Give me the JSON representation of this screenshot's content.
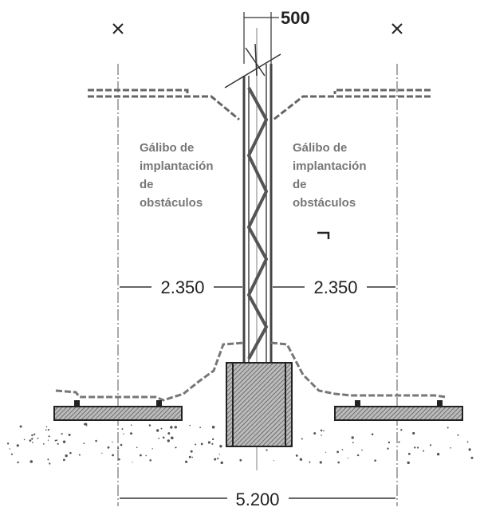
{
  "dimensions": {
    "mast_width": "500",
    "left_clearance": "2.350",
    "right_clearance": "2.350",
    "total_width": "5.200"
  },
  "labels": {
    "left": [
      "Gálibo de",
      "implantación",
      "de",
      "obstáculos"
    ],
    "right": [
      "Gálibo de",
      "implantación",
      "de",
      "obstáculos"
    ]
  },
  "colors": {
    "line": "#333333",
    "label_text": "#777777",
    "dashed_profile": "#666666"
  }
}
